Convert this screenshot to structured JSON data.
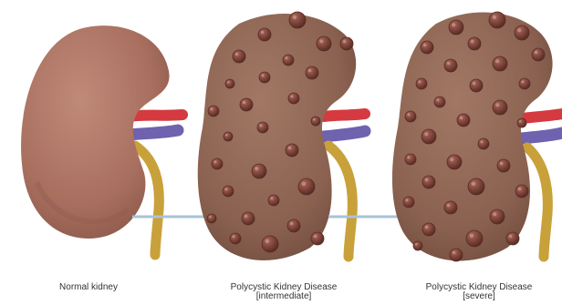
{
  "panels": [
    {
      "title": "Normal kidney",
      "stage": ""
    },
    {
      "title": "Polycystic Kidney Disease",
      "stage": "[intermediate]"
    },
    {
      "title": "Polycystic Kidney Disease",
      "stage": "[severe]"
    }
  ],
  "colors": {
    "kidney_normal": "#b07766",
    "kidney_normal_shadow": "#8e5a4c",
    "pkd_tissue": "#8c6453",
    "pkd_tissue_dark": "#6e4a3d",
    "cyst": "#7b4339",
    "cyst_dark": "#5a2c26",
    "cyst_highlight": "#c99a8f",
    "artery": "#d43a3f",
    "vein": "#6f62ae",
    "ureter": "#c9a13a",
    "arrow": "#a9c3d6"
  },
  "icons": [
    "normal-kidney-illustration",
    "pkd-intermediate-kidney-illustration",
    "pkd-severe-kidney-illustration",
    "progression-arrow-icon"
  ]
}
